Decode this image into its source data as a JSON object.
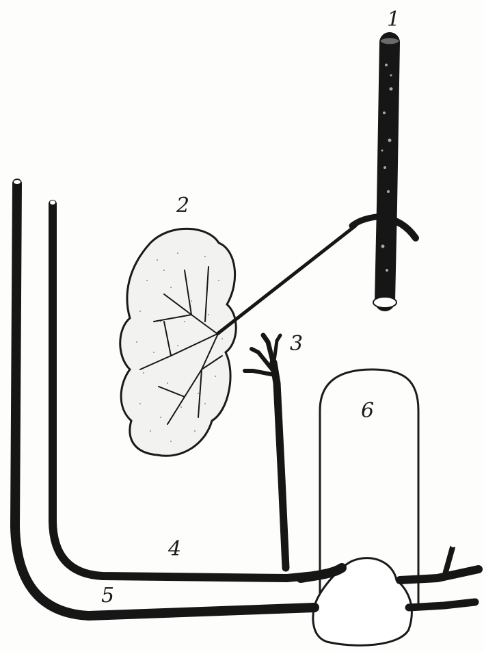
{
  "figure": {
    "labels": {
      "l1": "1",
      "l2": "2",
      "l3": "3",
      "l4": "4",
      "l5": "5",
      "l6": "6"
    }
  },
  "colors": {
    "ink": "#161616",
    "paper": "#fdfdfb",
    "organ_fill": "#f2f2f0",
    "stipple": "#3a3a3a"
  }
}
